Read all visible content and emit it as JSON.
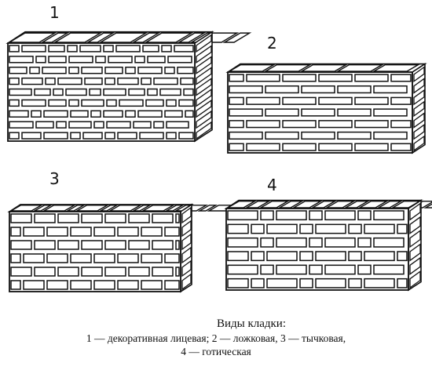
{
  "walls": [
    {
      "number": "1",
      "name": "декоративная лицевая",
      "pattern": "decorative"
    },
    {
      "number": "2",
      "name": "ложковая",
      "pattern": "stretcher"
    },
    {
      "number": "3",
      "name": "тычковая",
      "pattern": "header"
    },
    {
      "number": "4",
      "name": "готическая",
      "pattern": "gothic"
    }
  ],
  "caption": {
    "title": "Виды кладки:",
    "line1": "1 — декоративная лицевая; 2 — ложковая, 3 — тычковая,",
    "line2": "4 — готическая"
  },
  "colors": {
    "ink": "#111111",
    "paper": "#ffffff"
  }
}
